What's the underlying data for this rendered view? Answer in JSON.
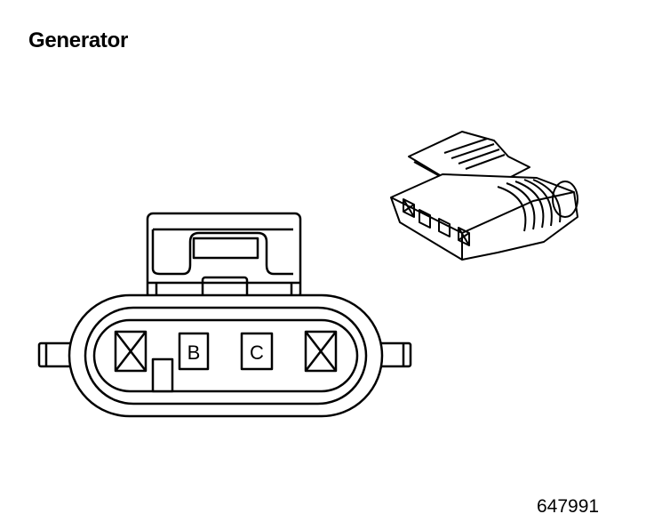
{
  "title": "Generator",
  "figure_id": "647991",
  "connector": {
    "cavities": [
      {
        "label": "",
        "type": "blocked"
      },
      {
        "label": "B",
        "type": "terminal"
      },
      {
        "label": "C",
        "type": "terminal"
      },
      {
        "label": "",
        "type": "blocked"
      }
    ]
  },
  "colors": {
    "stroke": "#000000",
    "background": "#ffffff"
  }
}
